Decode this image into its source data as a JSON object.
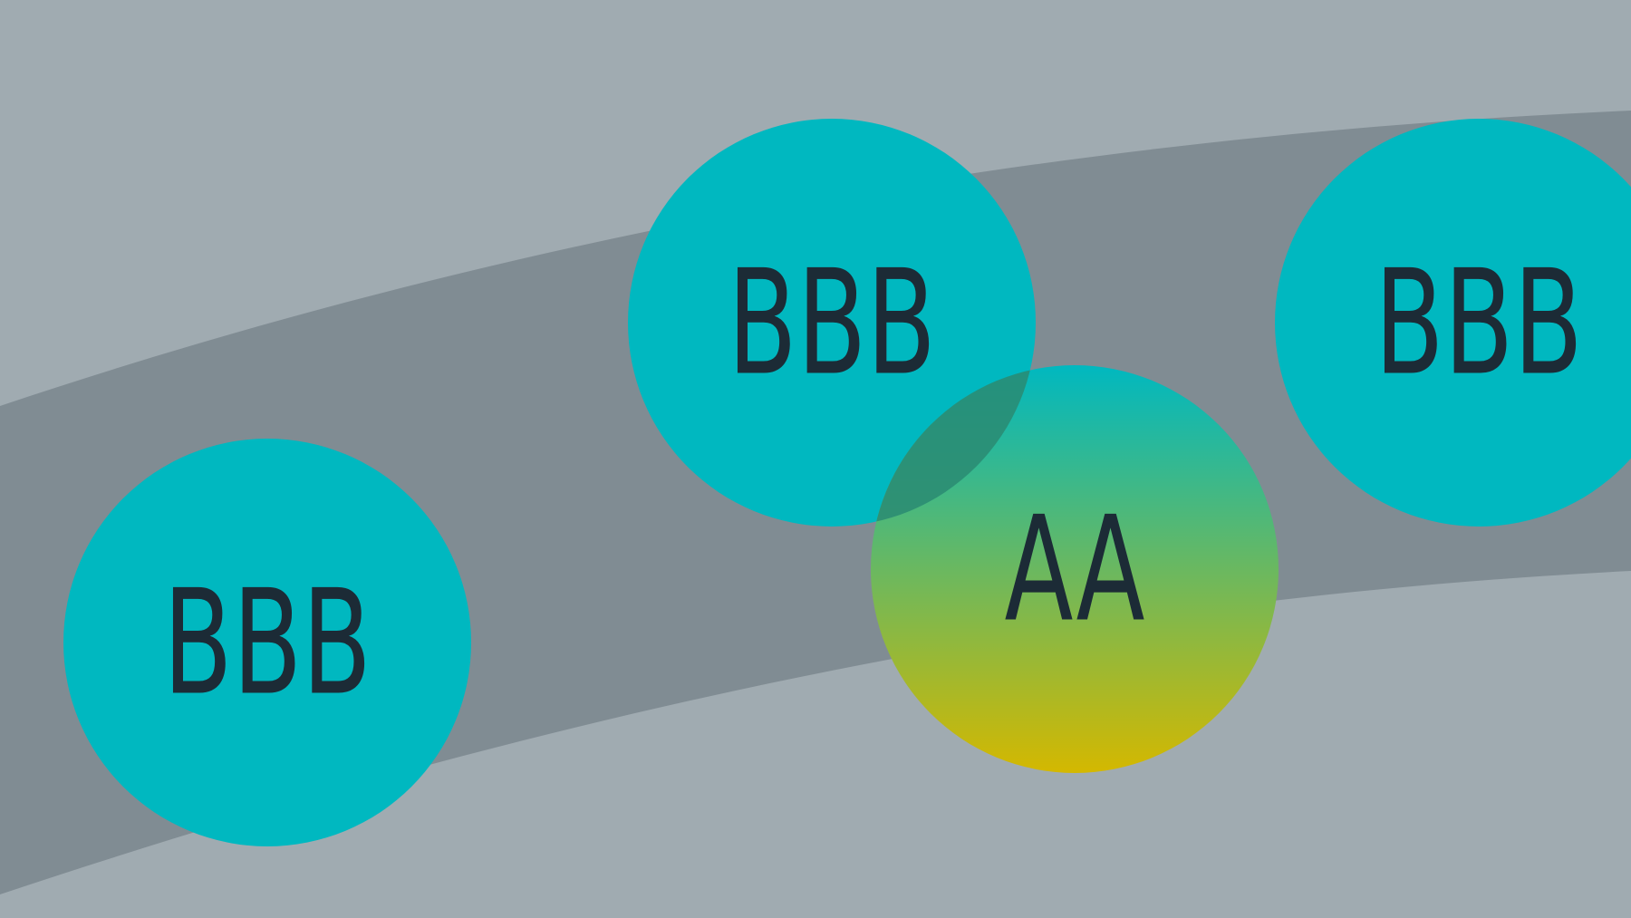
{
  "colors": {
    "background": "#a0abb1",
    "band": "#808c93",
    "circle": "#00b8c0",
    "gradient_top": "#00b8c0",
    "gradient_bottom": "#d4b800",
    "overlap": "#2a8a72",
    "text": "#1c2b36"
  },
  "circles": [
    {
      "id": "bbb-left",
      "label": "BBB"
    },
    {
      "id": "bbb-center",
      "label": "BBB"
    },
    {
      "id": "bbb-right",
      "label": "BBB"
    },
    {
      "id": "aa",
      "label": "AA"
    }
  ]
}
